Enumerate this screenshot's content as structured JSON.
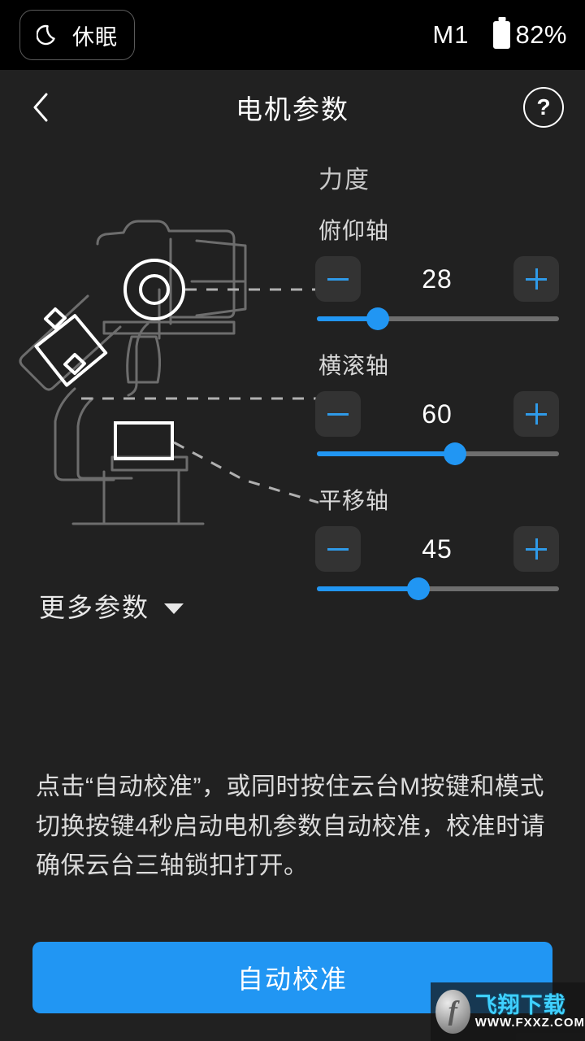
{
  "statusbar": {
    "sleep_button_label": "休眠",
    "sleep_icon": "moon-icon",
    "mode_label": "M1",
    "battery_icon": "battery-icon",
    "battery_percent": "82%"
  },
  "navbar": {
    "back_icon": "chevron-left-icon",
    "title": "电机参数",
    "help_label": "?"
  },
  "illustration": {
    "name": "gimbal-diagram"
  },
  "controls": {
    "section_title": "力度",
    "axes": [
      {
        "label": "俯仰轴",
        "value": "28",
        "fill_percent": 25,
        "minus_label": "−",
        "plus_label": "+"
      },
      {
        "label": "横滚轴",
        "value": "60",
        "fill_percent": 57,
        "minus_label": "−",
        "plus_label": "+"
      },
      {
        "label": "平移轴",
        "value": "45",
        "fill_percent": 42,
        "minus_label": "−",
        "plus_label": "+"
      }
    ]
  },
  "more_params": {
    "label": "更多参数",
    "caret_icon": "chevron-down-icon"
  },
  "description": {
    "text": "点击“自动校准”，或同时按住云台M按键和模式切换按键4秒启动电机参数自动校准，校准时请确保云台三轴锁扣打开。"
  },
  "primary_button": {
    "label": "自动校准"
  },
  "watermark": {
    "logo_glyph": "f",
    "name_cn": "飞翔下载",
    "url": "WWW.FXXZ.COM"
  },
  "colors": {
    "accent_blue": "#2196f3",
    "step_icon_blue": "#2f9ae8",
    "background": "#212121",
    "statusbar_background": "#000000",
    "track_gray": "#6e6e6e",
    "button_gray": "#333333"
  }
}
